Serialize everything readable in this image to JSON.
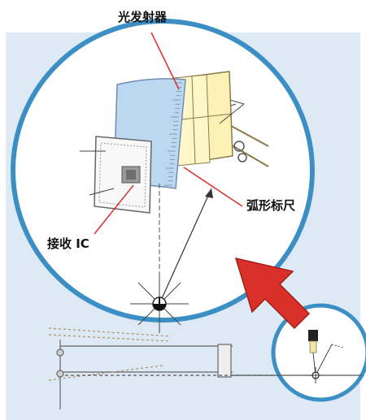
{
  "labels": {
    "emitter": "光发射器",
    "scale": "弧形标尺",
    "receiver": "接收 IC"
  },
  "colors": {
    "panel_bg": "#dde9f5",
    "circle_stroke": "#3c8fc4",
    "arrow_fill": "#d9312a",
    "emitter_fill": "#fbf1b4",
    "arc_scale_fill": "#bcd7f0"
  }
}
